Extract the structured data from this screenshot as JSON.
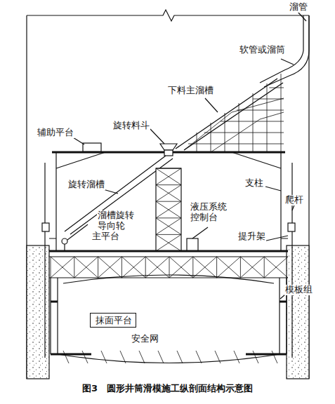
{
  "diagram": {
    "caption": "图3　圆形井筒滑模施工纵剖面结构示意图",
    "nodes": [
      {
        "text": [
          "抹面平台"
        ]
      }
    ],
    "labels": [
      "溜管",
      "软管或溜筒",
      "下料主溜槽",
      "辅助平台",
      "旋转料斗",
      "旋转溜槽",
      "支柱",
      "爬杆",
      "溜槽旋转 导向轮",
      "液压系统 控制台",
      "主平台",
      "提升架",
      "模板组",
      "安全网"
    ]
  }
}
